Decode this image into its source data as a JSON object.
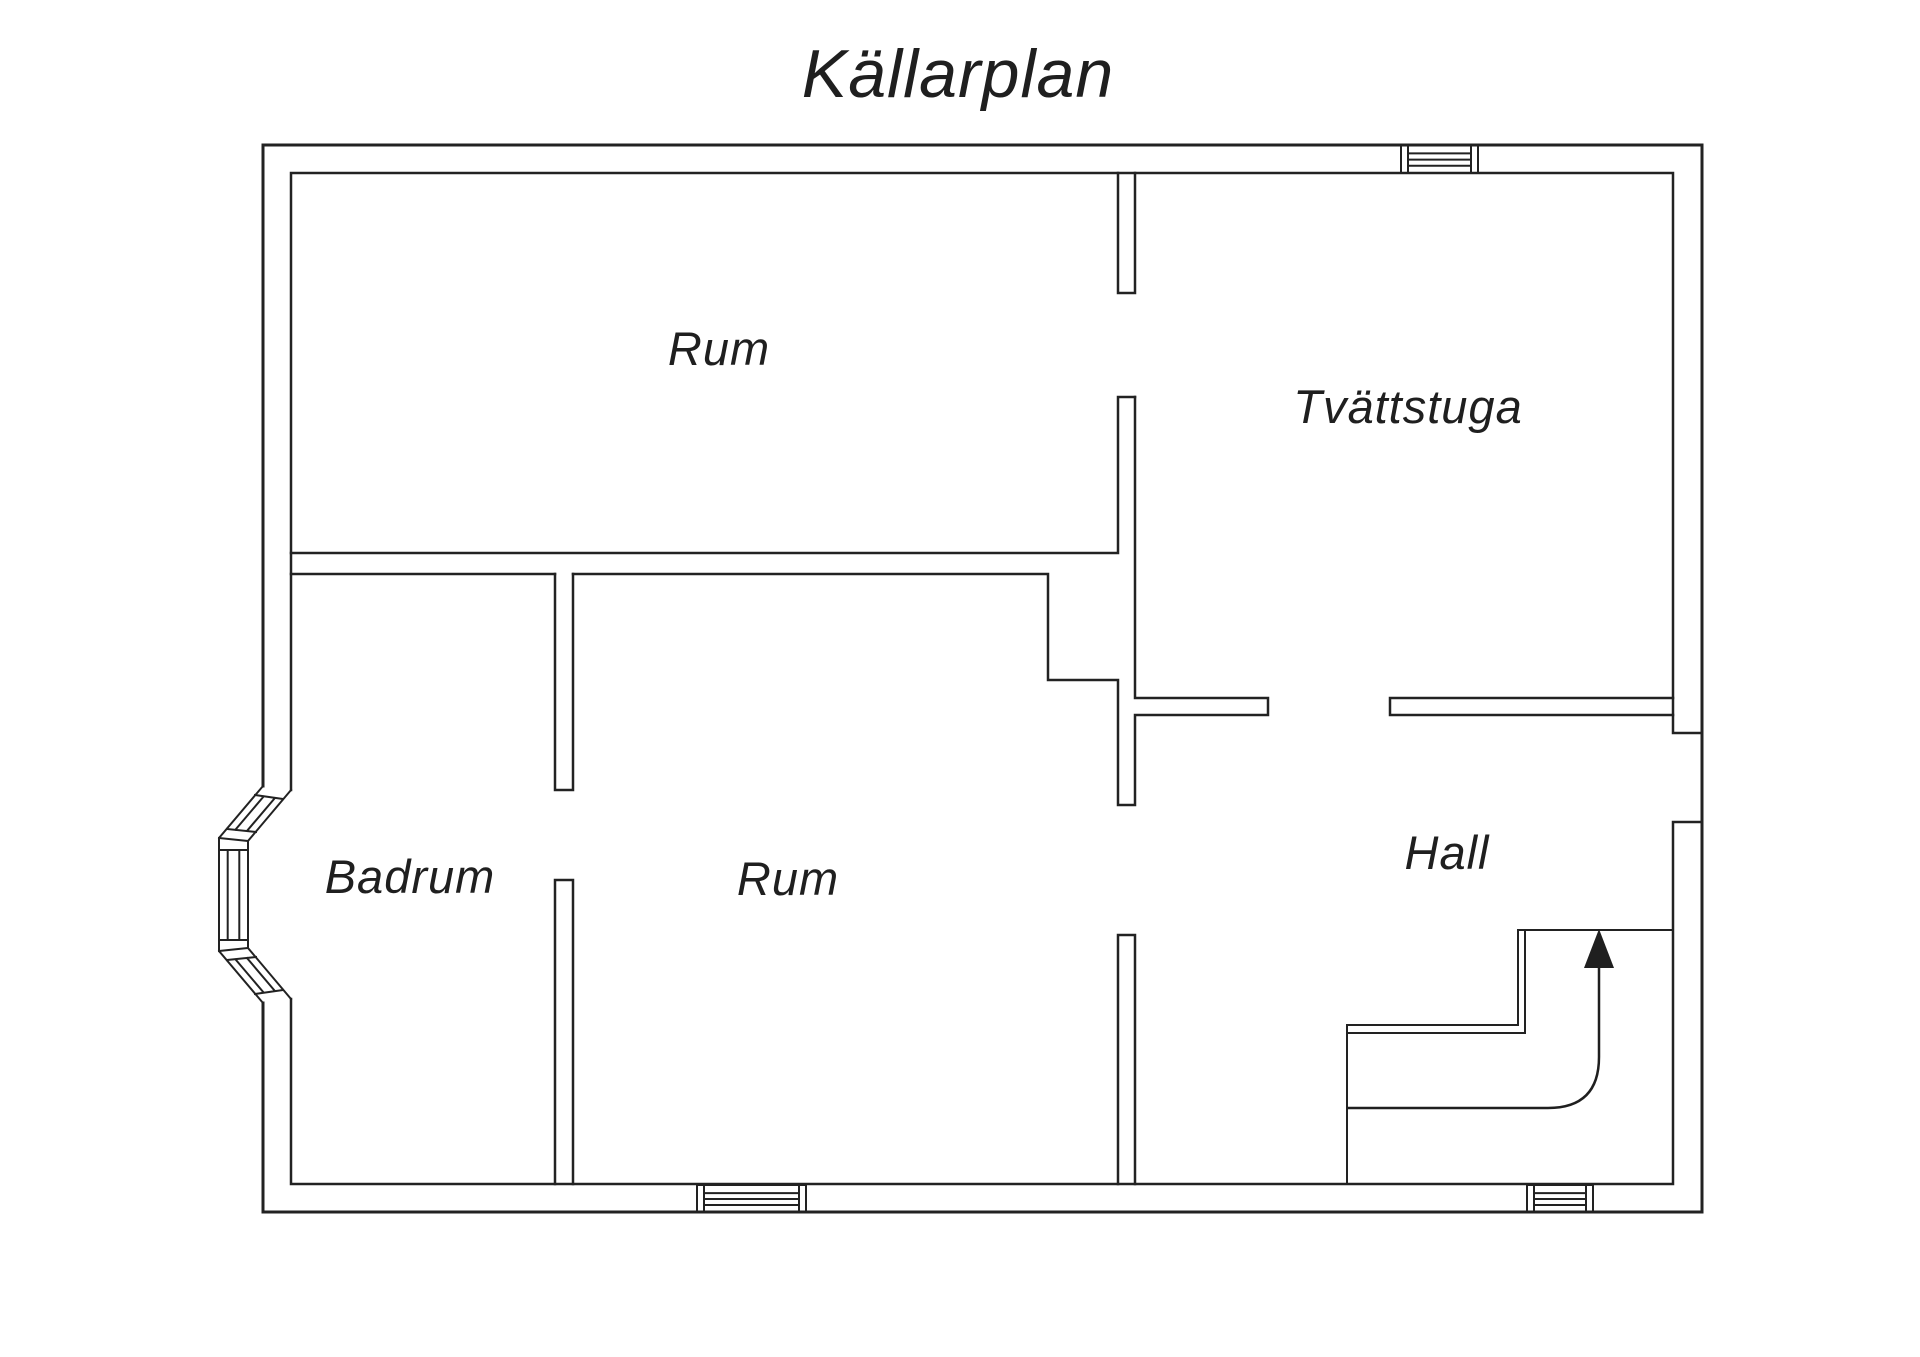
{
  "plan": {
    "title": "Källarplan",
    "rooms": [
      {
        "id": "rum-upper",
        "label": "Rum"
      },
      {
        "id": "tvattstuga",
        "label": "Tvättstuga"
      },
      {
        "id": "badrum",
        "label": "Badrum"
      },
      {
        "id": "rum-lower",
        "label": "Rum"
      },
      {
        "id": "hall",
        "label": "Hall"
      }
    ],
    "stairs": {
      "icon": "arrow-up"
    },
    "windows": {
      "count": 4,
      "icon": "window-glyph"
    },
    "colors": {
      "line": "#222222",
      "text": "#1f1f1f",
      "background": "#ffffff"
    }
  }
}
